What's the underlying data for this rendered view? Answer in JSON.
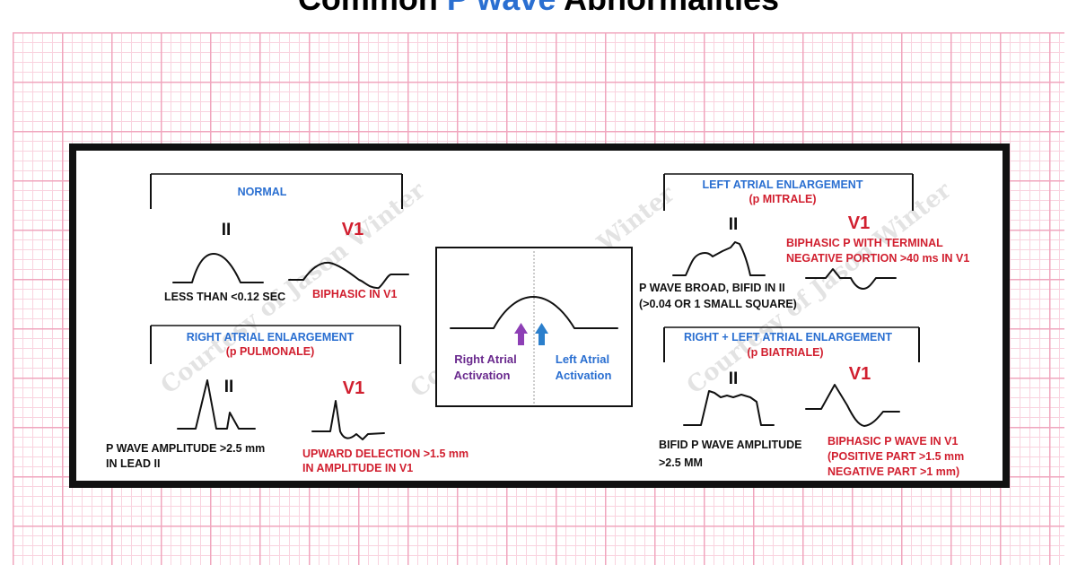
{
  "title": {
    "prefix": "Common ",
    "accent": "P wave",
    "suffix": " Abnormalities"
  },
  "watermark": "Courtesy of Jason Winter",
  "colors": {
    "blue": "#2a6fd1",
    "red": "#d11f2f",
    "purple": "#6a2a8e",
    "grid_major": "#f0a6be",
    "grid_minor": "#f9d3df"
  },
  "normal": {
    "box_label": "NORMAL",
    "lead_ii": "II",
    "lead_v1": "V1",
    "caption_ii": "LESS THAN <0.12 SEC",
    "caption_v1": "BIPHASIC IN V1"
  },
  "right_atrial": {
    "box_label_1": "RIGHT ATRIAL ENLARGEMENT",
    "box_label_2": "(p PULMONALE)",
    "lead_ii": "II",
    "lead_v1": "V1",
    "caption_ii_1": "P WAVE AMPLITUDE >2.5 mm",
    "caption_ii_2": "IN LEAD II",
    "caption_v1_1": "UPWARD DELECTION >1.5 mm",
    "caption_v1_2": "IN AMPLITUDE IN V1"
  },
  "center": {
    "right_label_1": "Right Atrial",
    "right_label_2": "Activation",
    "left_label_1": "Left Atrial",
    "left_label_2": "Activation"
  },
  "left_atrial": {
    "box_label_1": "LEFT ATRIAL ENLARGEMENT",
    "box_label_2": "(p MITRALE)",
    "lead_ii": "II",
    "lead_v1": "V1",
    "caption_v1_1": "BIPHASIC P WITH TERMINAL",
    "caption_v1_2": "NEGATIVE PORTION >40 ms IN V1",
    "caption_ii_1": "P WAVE BROAD, BIFID IN II",
    "caption_ii_2": "(>0.04 OR 1 SMALL SQUARE)"
  },
  "biatrial": {
    "box_label_1": "RIGHT + LEFT ATRIAL ENLARGEMENT",
    "box_label_2": "(p BIATRIALE)",
    "lead_ii": "II",
    "lead_v1": "V1",
    "caption_ii_1": "BIFID P WAVE AMPLITUDE",
    "caption_ii_2": ">2.5 MM",
    "caption_v1_1": "BIPHASIC P WAVE IN V1",
    "caption_v1_2": "(POSITIVE PART >1.5 mm",
    "caption_v1_3": "NEGATIVE PART >1 mm)"
  }
}
